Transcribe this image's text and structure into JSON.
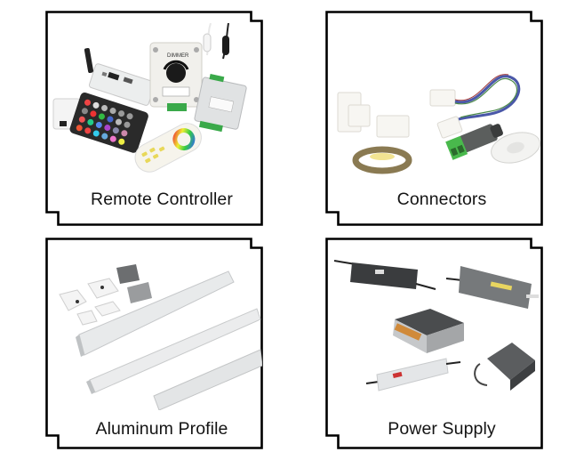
{
  "categories": [
    {
      "id": "remote",
      "label": "Remote Controller",
      "image": "led-controllers-dimmer-remotes"
    },
    {
      "id": "connectors",
      "label": "Connectors",
      "image": "led-strip-connectors-dc-jack-tape"
    },
    {
      "id": "aluminum",
      "label": "Aluminum Profile",
      "image": "aluminum-led-channel-profiles"
    },
    {
      "id": "power",
      "label": "Power Supply",
      "image": "led-drivers-power-adapters"
    }
  ],
  "colors": {
    "frame": "#000000",
    "background": "#ffffff",
    "label_text": "#141414"
  }
}
